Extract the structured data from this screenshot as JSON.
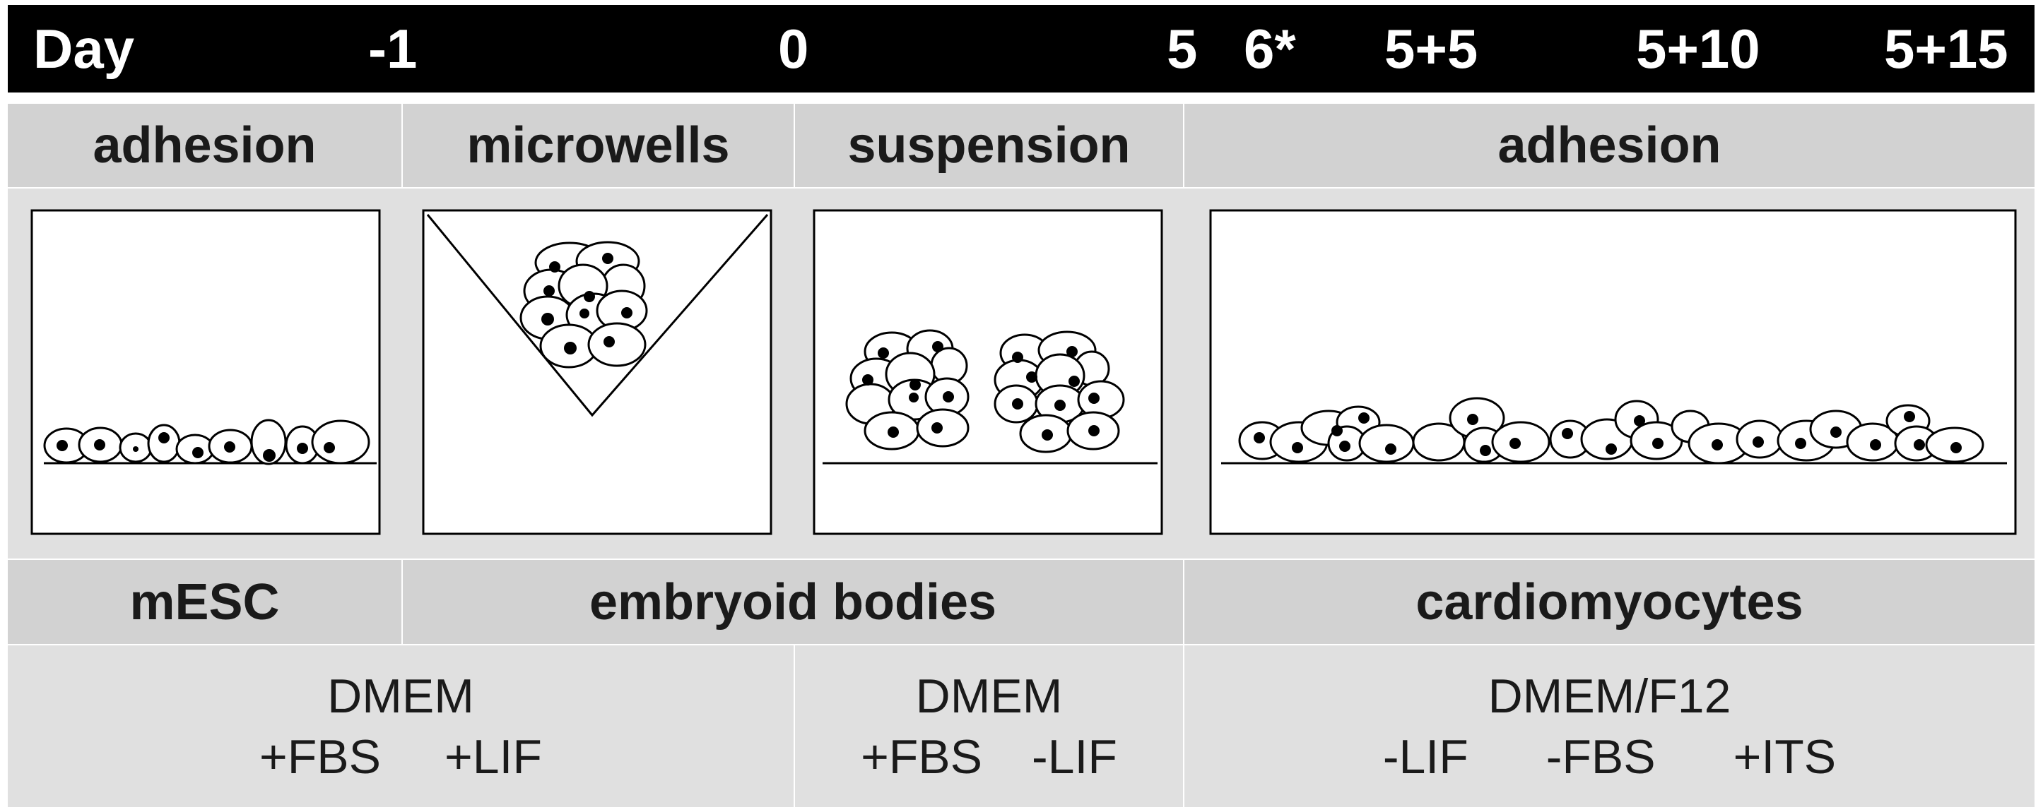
{
  "timeline": {
    "day_label": "Day",
    "ticks": [
      "-1",
      "0",
      "5",
      "6*",
      "5+5",
      "5+10",
      "5+15"
    ]
  },
  "stages": {
    "adhesion_1": "adhesion",
    "microwells": "microwells",
    "suspension": "suspension",
    "adhesion_2": "adhesion"
  },
  "cell_types": {
    "mesc": "mESC",
    "embryoid_bodies": "embryoid bodies",
    "cardiomyocytes": "cardiomyocytes"
  },
  "media": [
    {
      "base": "DMEM",
      "supplements": [
        "+FBS",
        "+LIF"
      ]
    },
    {
      "base": "DMEM",
      "supplements": [
        "+FBS",
        "-LIF"
      ]
    },
    {
      "base": "DMEM/F12",
      "supplements": [
        "-LIF",
        "-FBS",
        "+ITS"
      ]
    }
  ],
  "colors": {
    "header_bg": "#000000",
    "label_bg": "#d2d2d2",
    "media_bg": "#e0e0e0",
    "panel_bg": "#e0e0e0"
  }
}
